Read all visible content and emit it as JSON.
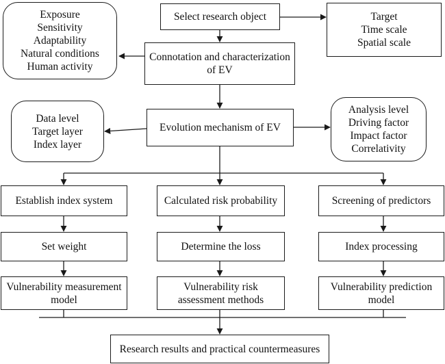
{
  "select_research_object": {
    "text": "Select research object"
  },
  "connotation": {
    "line1": "Connotation and characterization",
    "line2": "of EV"
  },
  "evolution_mechanism": {
    "text": "Evolution mechanism of  EV"
  },
  "left_top_note": {
    "lines": [
      "Exposure",
      "Sensitivity",
      "Adaptability",
      "Natural conditions",
      "Human activity"
    ]
  },
  "right_top_note": {
    "lines": [
      "Target",
      "Time scale",
      "Spatial scale"
    ]
  },
  "left_mid_note": {
    "lines": [
      "Data level",
      "Target layer",
      "Index layer"
    ]
  },
  "right_mid_note": {
    "lines": [
      "Analysis level",
      "Driving factor",
      "Impact factor",
      "Correlativity"
    ]
  },
  "columns": [
    {
      "step1": "Establish index system",
      "step2": "Set weight",
      "step3_line1": "Vulnerability measurement",
      "step3_line2": "model"
    },
    {
      "step1": "Calculated risk probability",
      "step2": "Determine the loss",
      "step3_line1": "Vulnerability risk",
      "step3_line2": "assessment methods"
    },
    {
      "step1": "Screening of predictors",
      "step2": "Index processing",
      "step3_line1": "Vulnerability prediction",
      "step3_line2": "model"
    }
  ],
  "research_results": {
    "text": "Research results and practical countermeasures"
  },
  "colors": {
    "line": "#1a1a1a",
    "text": "#111111",
    "background": "#ffffff"
  }
}
